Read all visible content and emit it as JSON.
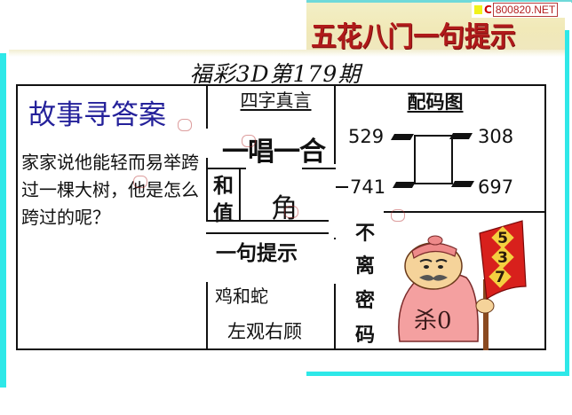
{
  "header": {
    "title": "五花八门一句提示",
    "title_color": "#b01a1a",
    "band_color": "#f1e9b8"
  },
  "watermark": {
    "prefix": "C",
    "site": "800820.NET",
    "square_color": "#f1f21a"
  },
  "issue": {
    "title": "福彩3D第179期"
  },
  "story": {
    "title": "故事寻答案",
    "title_color": "#24219a",
    "lines": [
      "家家说他能轻而易举跨",
      "过一棵大树，他是怎么",
      "跨过的呢？"
    ]
  },
  "four_word": {
    "title": "四字真言",
    "phrase": "一唱一合"
  },
  "sum": {
    "label_chars": [
      "和",
      "值"
    ],
    "value": "角"
  },
  "hint": {
    "title": "一句提示",
    "line1": "鸡和蛇",
    "line2": "左观右顾"
  },
  "match_chart": {
    "title": "配码图",
    "top_left": "529",
    "top_right": "308",
    "bottom_left": "741",
    "bottom_right": "697"
  },
  "vertical_label": {
    "chars": [
      "不",
      "离",
      "密",
      "码"
    ]
  },
  "cartoon": {
    "banner_numbers": [
      "5",
      "3",
      "7"
    ],
    "kill_label": "杀0",
    "banner_color": "#d8201c",
    "robe_color": "#f4a0a0"
  },
  "frame": {
    "accent_color": "#2ee8e8"
  }
}
